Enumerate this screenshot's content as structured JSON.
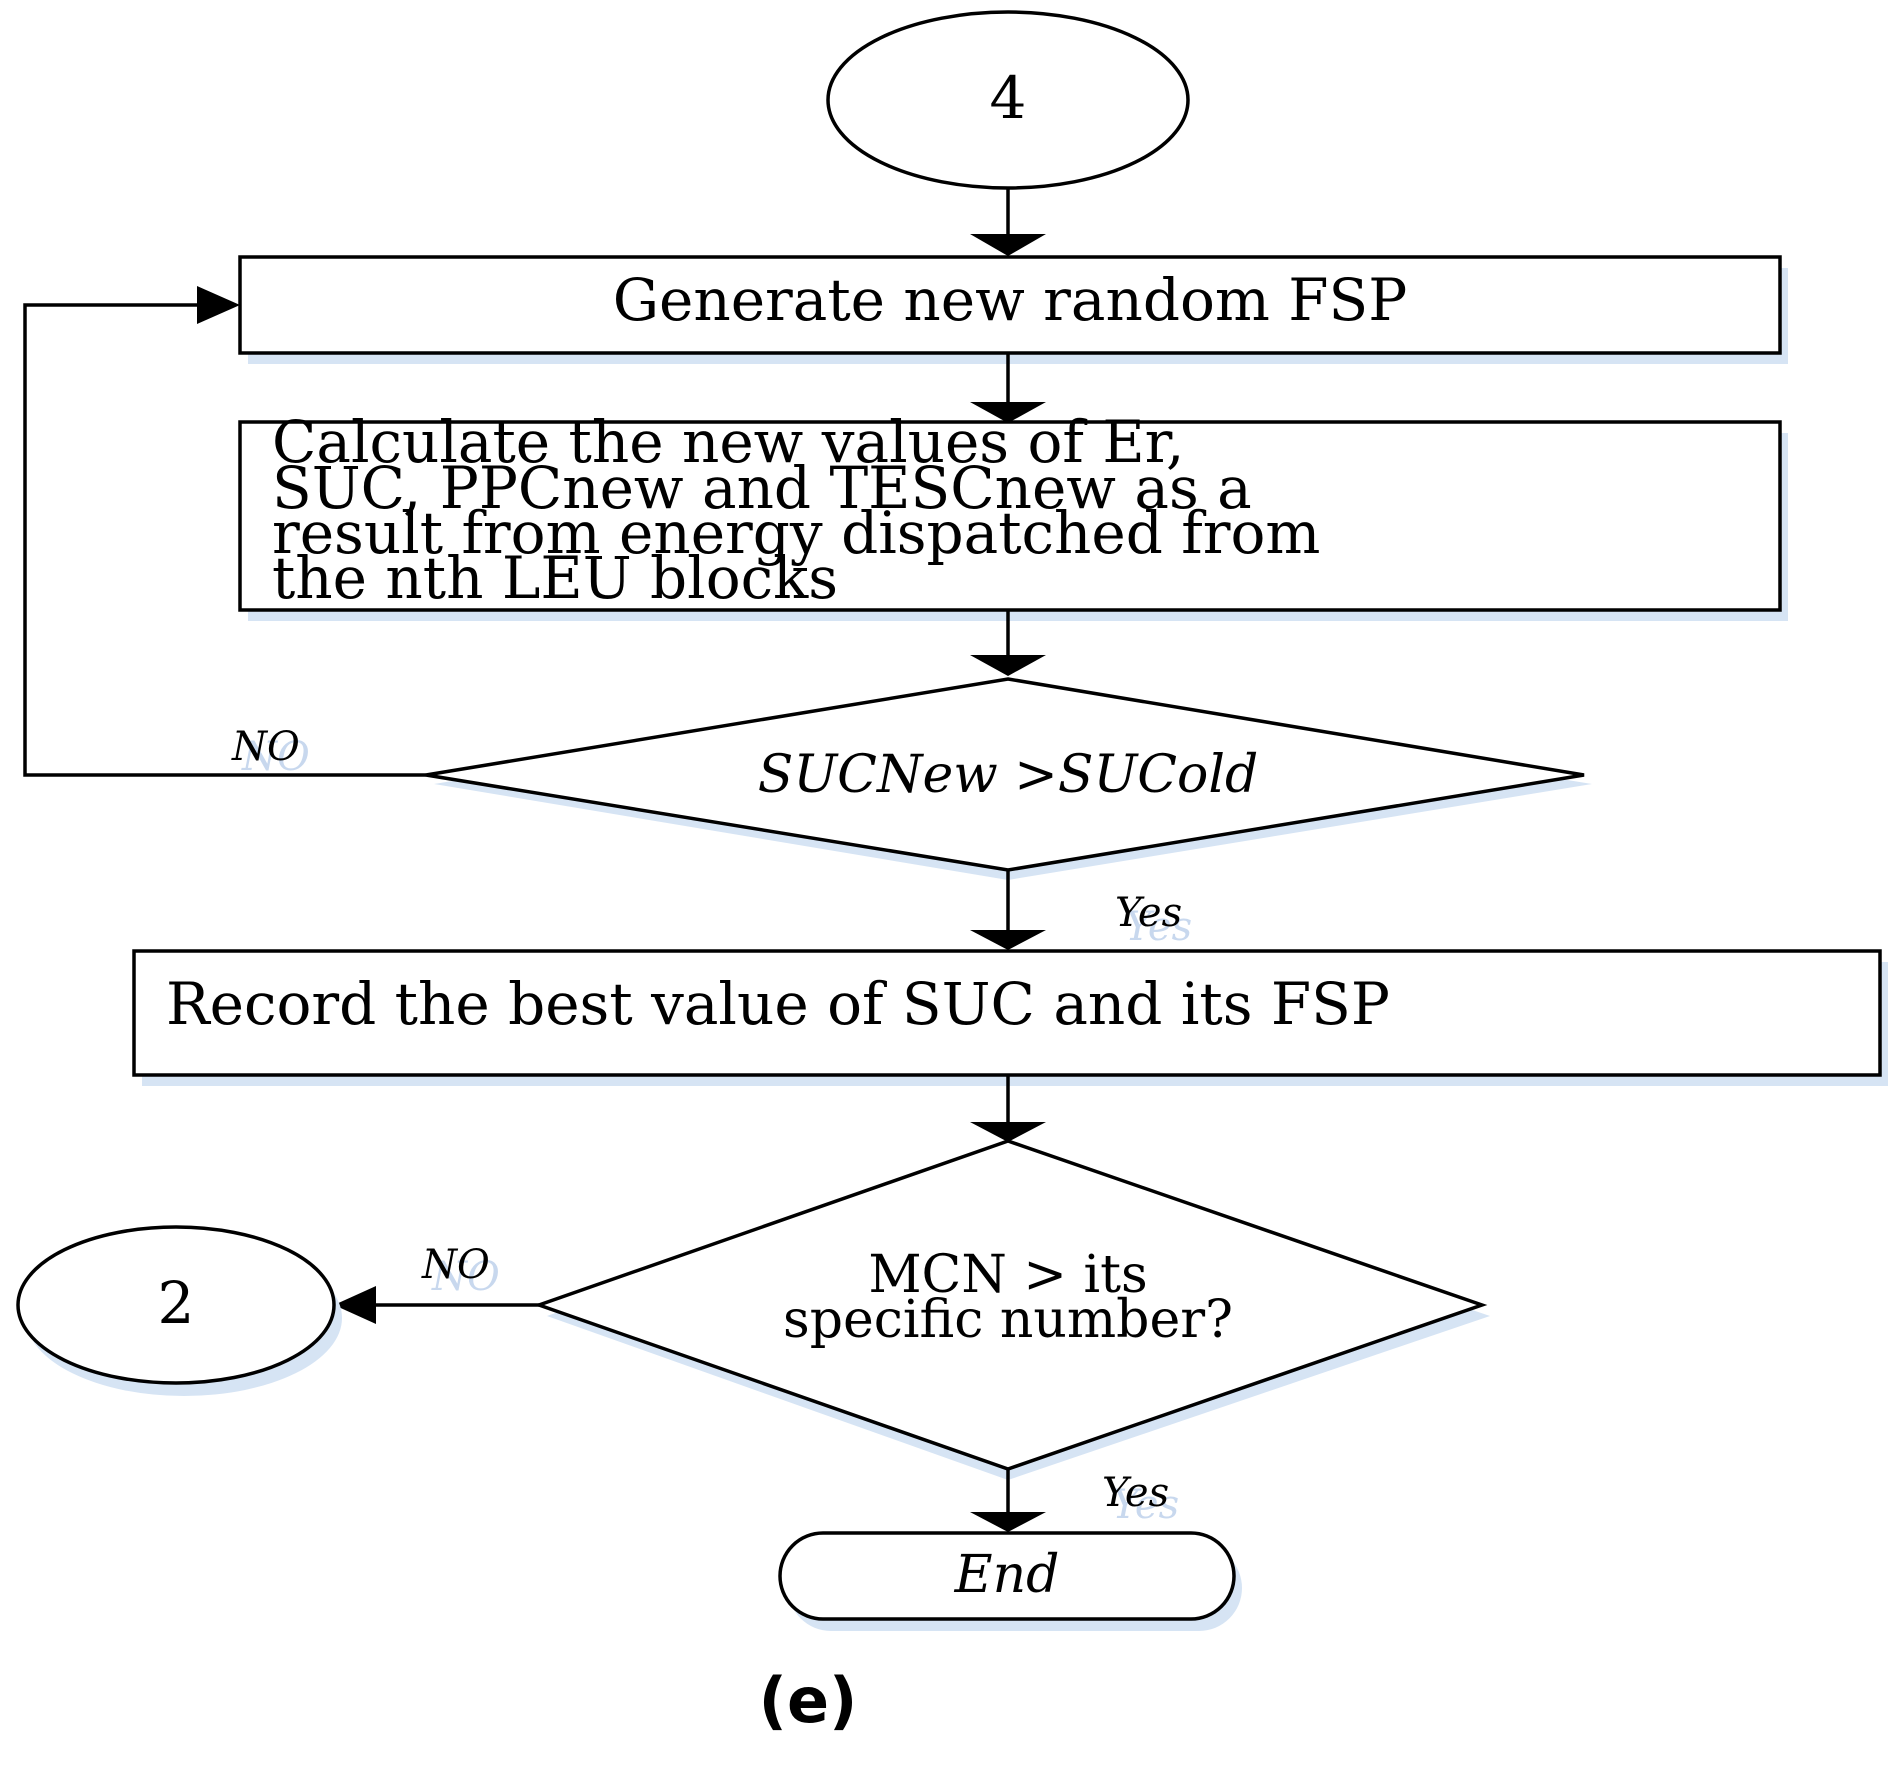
{
  "connector_top": "4",
  "connector_left": "2",
  "process_generate": "Generate new random FSP",
  "process_calculate": [
    "Calculate the new values of Er,",
    "SUC, PPCnew and TESCnew as a",
    "result from energy dispatched from",
    "the nth LEU blocks"
  ],
  "decision_suc": "SUCNew  >SUCold",
  "process_record": "Record the best value of SUC and its FSP",
  "decision_mcn": [
    "MCN > its",
    "specific number?"
  ],
  "terminal_end": "End",
  "edge_labels": {
    "no": "NO",
    "yes": "Yes"
  },
  "caption": "(e)"
}
